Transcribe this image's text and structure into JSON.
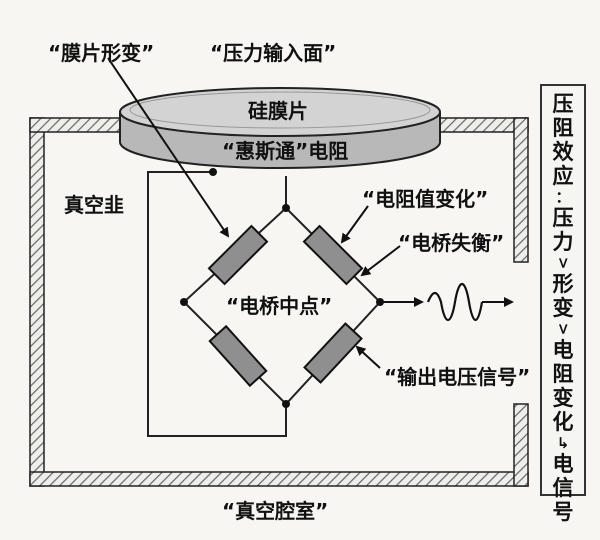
{
  "labels": {
    "membrane_deform": "“膜片形变”",
    "pressure_input": "“压力输入面”",
    "silicon_membrane": "硅膜片",
    "wheatstone_resistor": "“惠斯通”电阻",
    "vacuum_inside": "真空韭",
    "resistance_change": "“电阻值变化”",
    "bridge_imbalance": "“电桥失衡”",
    "bridge_midpoint": "“电桥中点”",
    "output_signal": "“输出电压信号”",
    "vacuum_chamber": "“真空腔室”"
  },
  "side_panel": {
    "chars": [
      "压",
      "阻",
      "效",
      "应",
      "：",
      "压",
      "力",
      ">",
      "形",
      "变",
      ">",
      "电",
      "阻",
      "变",
      "化",
      "↳",
      "电",
      "信",
      "号"
    ]
  },
  "colors": {
    "ink": "#111111",
    "hatch": "#777777",
    "membrane_fill": "#c9c9c9",
    "resistor_fill": "#8f8f8f",
    "background": "#f7f6f3"
  }
}
